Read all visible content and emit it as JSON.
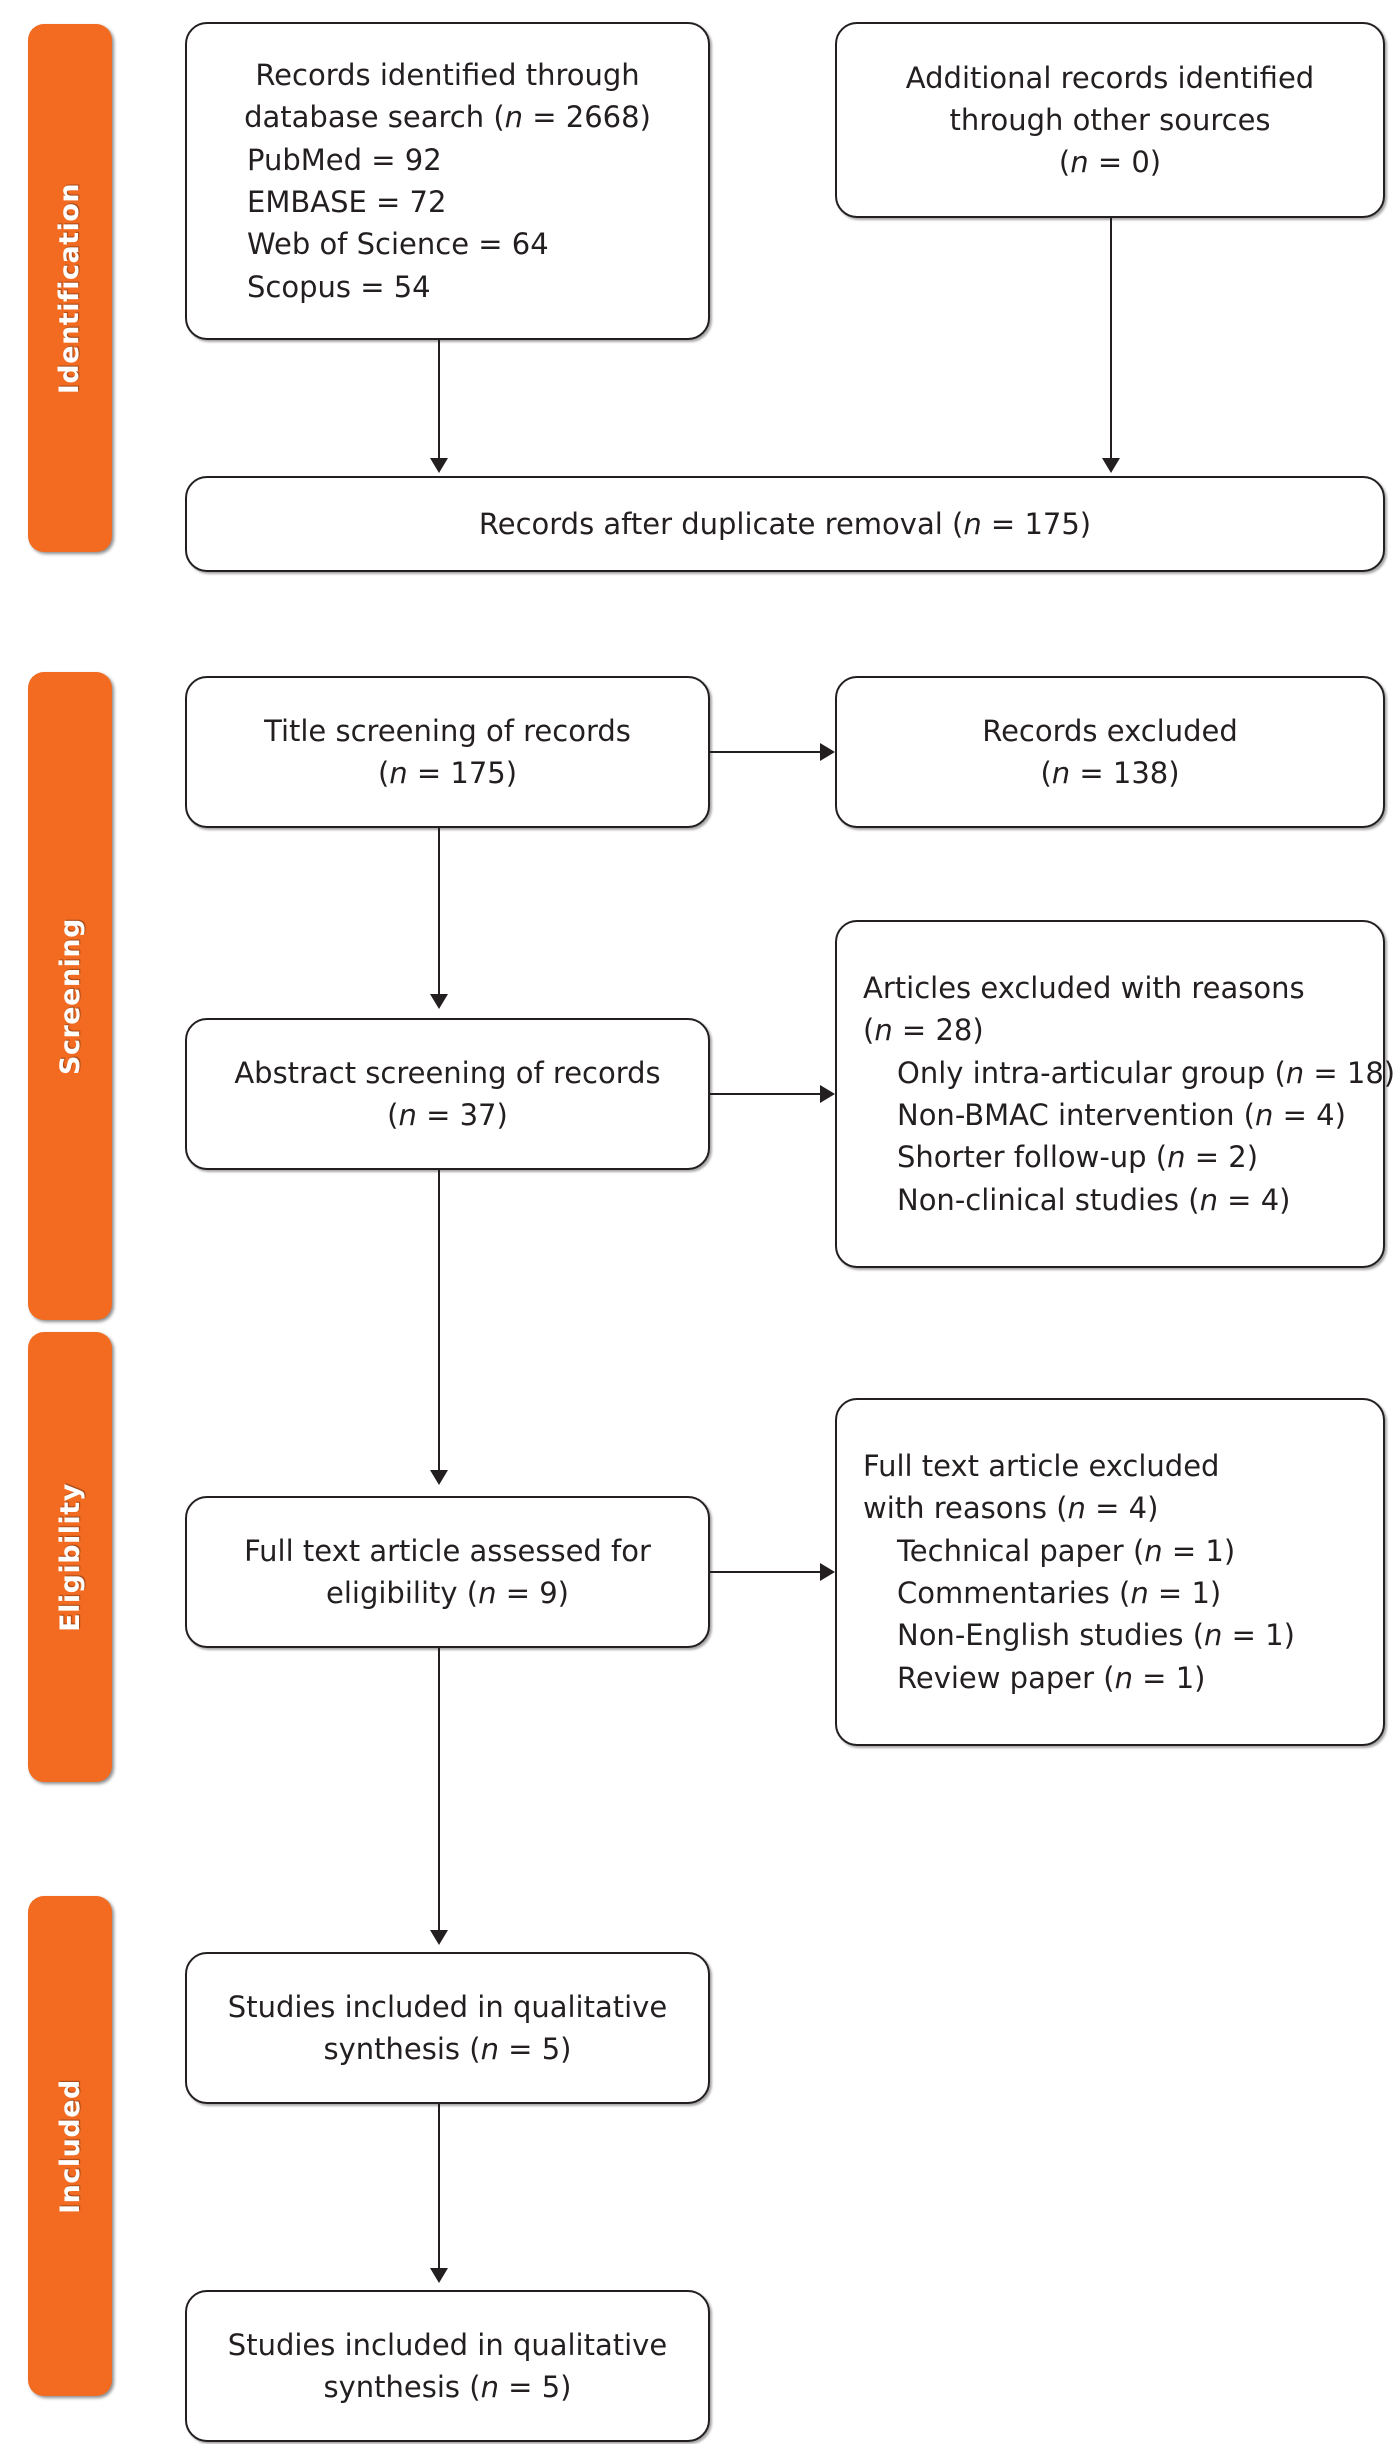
{
  "diagram": {
    "type": "prisma-flow-diagram",
    "accent_color": "#F26B21",
    "line_color": "#231f20",
    "background": "#ffffff"
  },
  "phases": [
    {
      "id": "identification",
      "label": "Identification"
    },
    {
      "id": "screening",
      "label": "Screening"
    },
    {
      "id": "eligibility",
      "label": "Eligibility"
    },
    {
      "id": "included",
      "label": "Included"
    }
  ],
  "boxes": {
    "records_identified": {
      "name": "records-identified-database-search",
      "lines": [
        "Records identified through",
        "database search (n = 2668)",
        "PubMed = 92",
        "EMBASE = 72",
        "Web of Science = 64",
        "Scopus = 54"
      ]
    },
    "additional_records": {
      "name": "additional-records-other-sources",
      "lines": [
        "Additional records identified",
        "through other sources",
        "(n = 0)"
      ]
    },
    "after_duplicates": {
      "name": "records-after-duplicate-removal",
      "lines": [
        "Records after duplicate removal (n = 175)"
      ]
    },
    "title_screening": {
      "name": "title-screening-of-records",
      "lines": [
        "Title screening of records",
        "(n = 175)"
      ]
    },
    "records_excluded": {
      "name": "records-excluded",
      "lines": [
        "Records excluded",
        "(n = 138)"
      ]
    },
    "abstract_screening": {
      "name": "abstract-screening-of-records",
      "lines": [
        "Abstract screening of records",
        "(n = 37)"
      ]
    },
    "articles_excluded": {
      "name": "articles-excluded-with-reasons",
      "lines": [
        "Articles excluded with reasons",
        "(n = 28)",
        "Only intra-articular group (n = 18)",
        "Non-BMAC intervention (n = 4)",
        "Shorter follow-up (n = 2)",
        "Non-clinical studies (n = 4)"
      ]
    },
    "full_text_assessed": {
      "name": "full-text-article-assessed-for-eligibility",
      "lines": [
        "Full text article assessed for",
        "eligibility (n = 9)"
      ]
    },
    "full_text_excluded": {
      "name": "full-text-article-excluded-with-reasons",
      "lines": [
        "Full text article excluded",
        "with reasons (n = 4)",
        "Technical paper (n = 1)",
        "Commentaries (n = 1)",
        "Non-English studies (n = 1)",
        "Review paper (n = 1)"
      ]
    },
    "qualitative_synthesis_1": {
      "name": "studies-included-qualitative-synthesis-1",
      "lines": [
        "Studies included in qualitative",
        "synthesis (n = 5)"
      ]
    },
    "qualitative_synthesis_2": {
      "name": "studies-included-qualitative-synthesis-2",
      "lines": [
        "Studies included in qualitative",
        "synthesis (n = 5)"
      ]
    }
  },
  "counts": {
    "database_search_total": 2668,
    "pubmed": 92,
    "embase": 72,
    "web_of_science": 64,
    "scopus": 54,
    "other_sources": 0,
    "after_duplicate_removal": 175,
    "title_screened": 175,
    "title_excluded": 138,
    "abstract_screened": 37,
    "abstract_excluded_total": 28,
    "abstract_excluded_only_intra_articular": 18,
    "abstract_excluded_non_bmac": 4,
    "abstract_excluded_shorter_followup": 2,
    "abstract_excluded_non_clinical": 4,
    "full_text_assessed": 9,
    "full_text_excluded_total": 4,
    "full_text_excluded_technical_paper": 1,
    "full_text_excluded_commentaries": 1,
    "full_text_excluded_non_english": 1,
    "full_text_excluded_review_paper": 1,
    "qualitative_synthesis": 5
  }
}
